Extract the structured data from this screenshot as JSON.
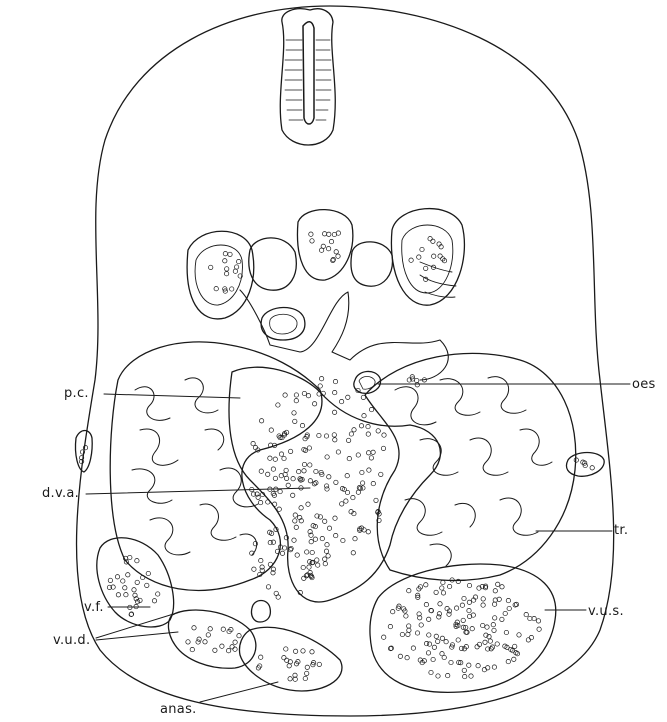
{
  "figure": {
    "labels": {
      "oes": "oes",
      "pc": "p.c.",
      "dva": "d.v.a.",
      "tr": "tr.",
      "vus": "v.u.s.",
      "vf": "v.f.",
      "vud": "v.u.d.",
      "anas": "anas."
    }
  },
  "colors": {
    "ink": "#1a1a1a",
    "background": "#ffffff"
  }
}
